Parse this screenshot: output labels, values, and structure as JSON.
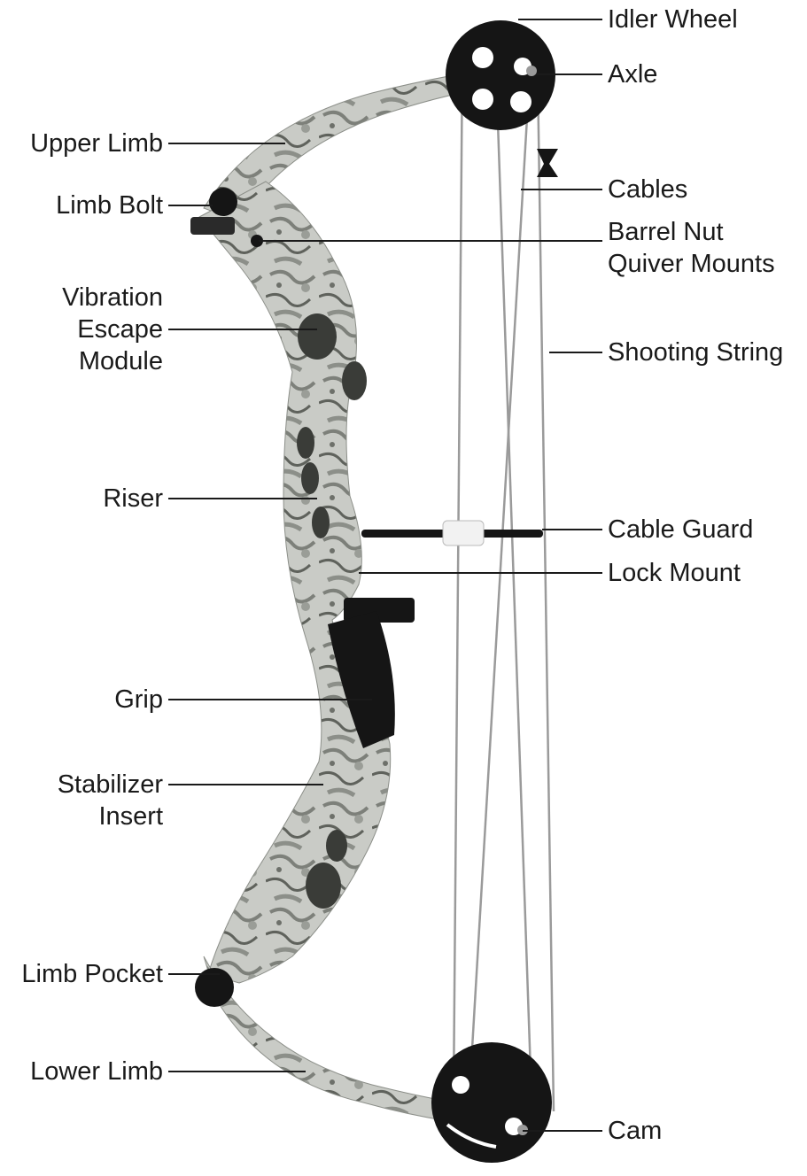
{
  "labels": {
    "idler_wheel": "Idler Wheel",
    "axle": "Axle",
    "upper_limb": "Upper Limb",
    "cables": "Cables",
    "limb_bolt": "Limb Bolt",
    "barrel_nut_1": "Barrel Nut",
    "barrel_nut_2": "Quiver Mounts",
    "vibration_1": "Vibration",
    "vibration_2": "Escape",
    "vibration_3": "Module",
    "shooting_string": "Shooting String",
    "riser": "Riser",
    "cable_guard": "Cable Guard",
    "lock_mount": "Lock Mount",
    "grip": "Grip",
    "stabilizer_1": "Stabilizer",
    "stabilizer_2": "Insert",
    "limb_pocket": "Limb Pocket",
    "lower_limb": "Lower Limb",
    "cam": "Cam"
  },
  "colors": {
    "text": "#1a1a1a",
    "leader": "#1a1a1a",
    "camo_light": "#c9cbc6",
    "camo_dark": "#6d706a",
    "black_part": "#151515"
  }
}
